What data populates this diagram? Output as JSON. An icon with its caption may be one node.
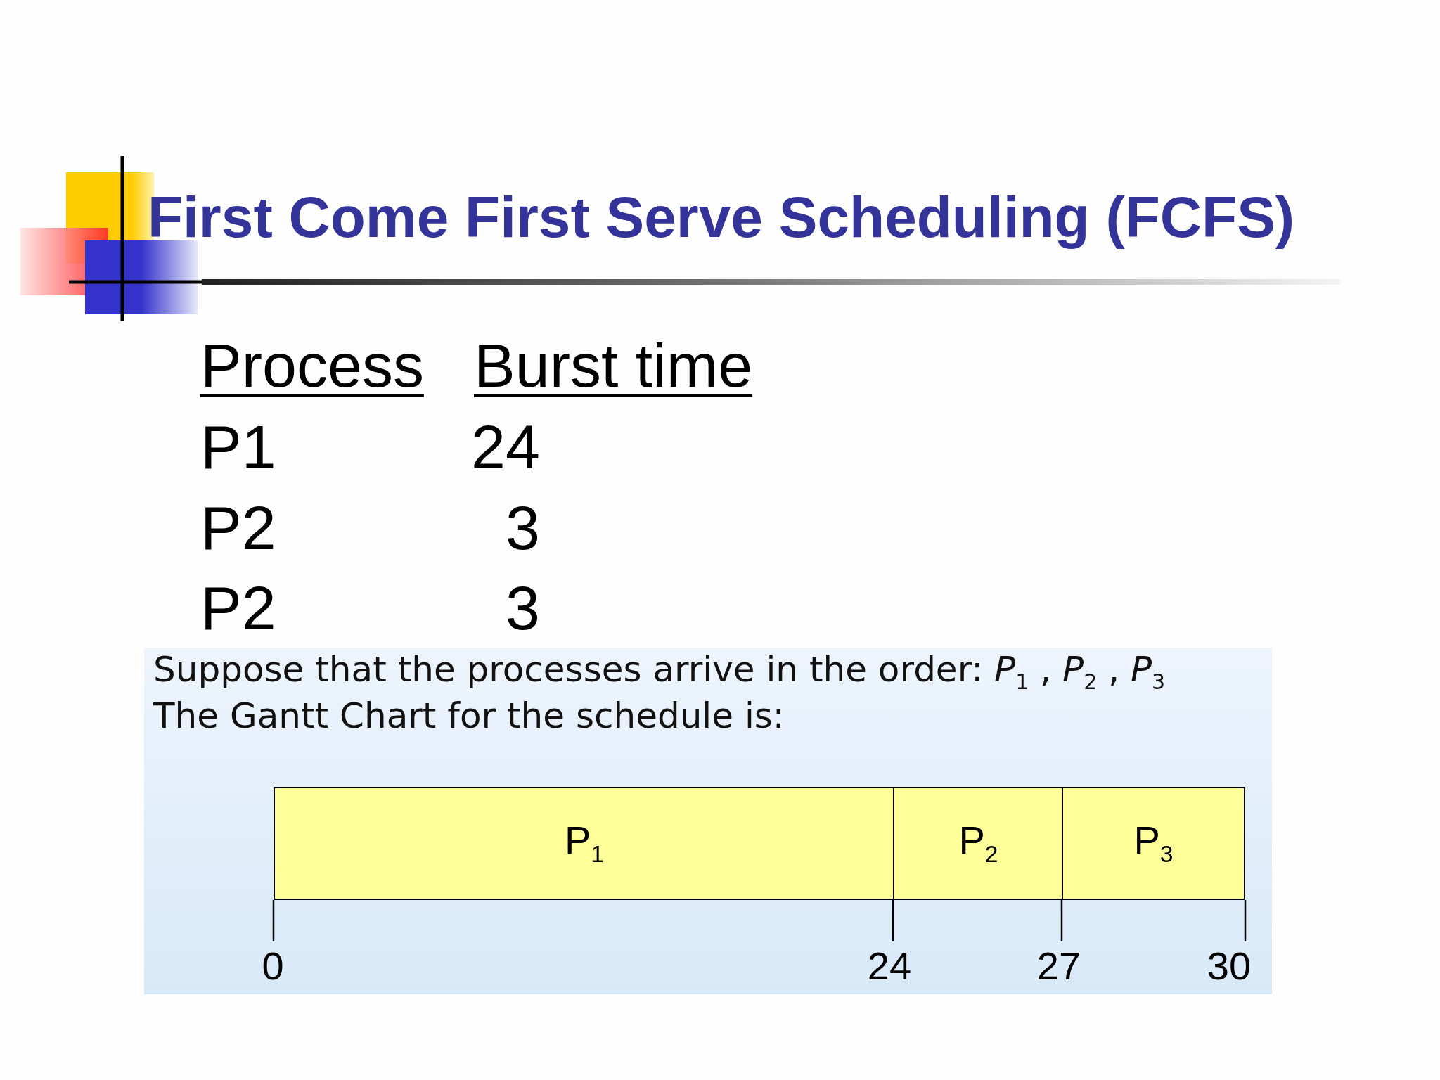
{
  "diagram": {
    "title": "First Come First Serve Scheduling (FCFS)",
    "nodes": [
      {
        "text": [
          "Suppose that the processes arrive in the order: *P*$_{1}$ , *P*$_{2}$ , *P*$_{3}$",
          "The Gantt Chart for the schedule is:"
        ]
      },
      {
        "text": [
          "P$_{1}$"
        ],
        "in": 0
      },
      {
        "text": [
          "P$_{2}$"
        ],
        "in": 0
      },
      {
        "text": [
          "P$_{3}$"
        ],
        "in": 0
      }
    ],
    "labels": [
      "Process",
      "Burst time",
      "P1",
      "24",
      "P2",
      "3",
      "P2",
      "3",
      "0",
      "24",
      "27",
      "30"
    ]
  }
}
